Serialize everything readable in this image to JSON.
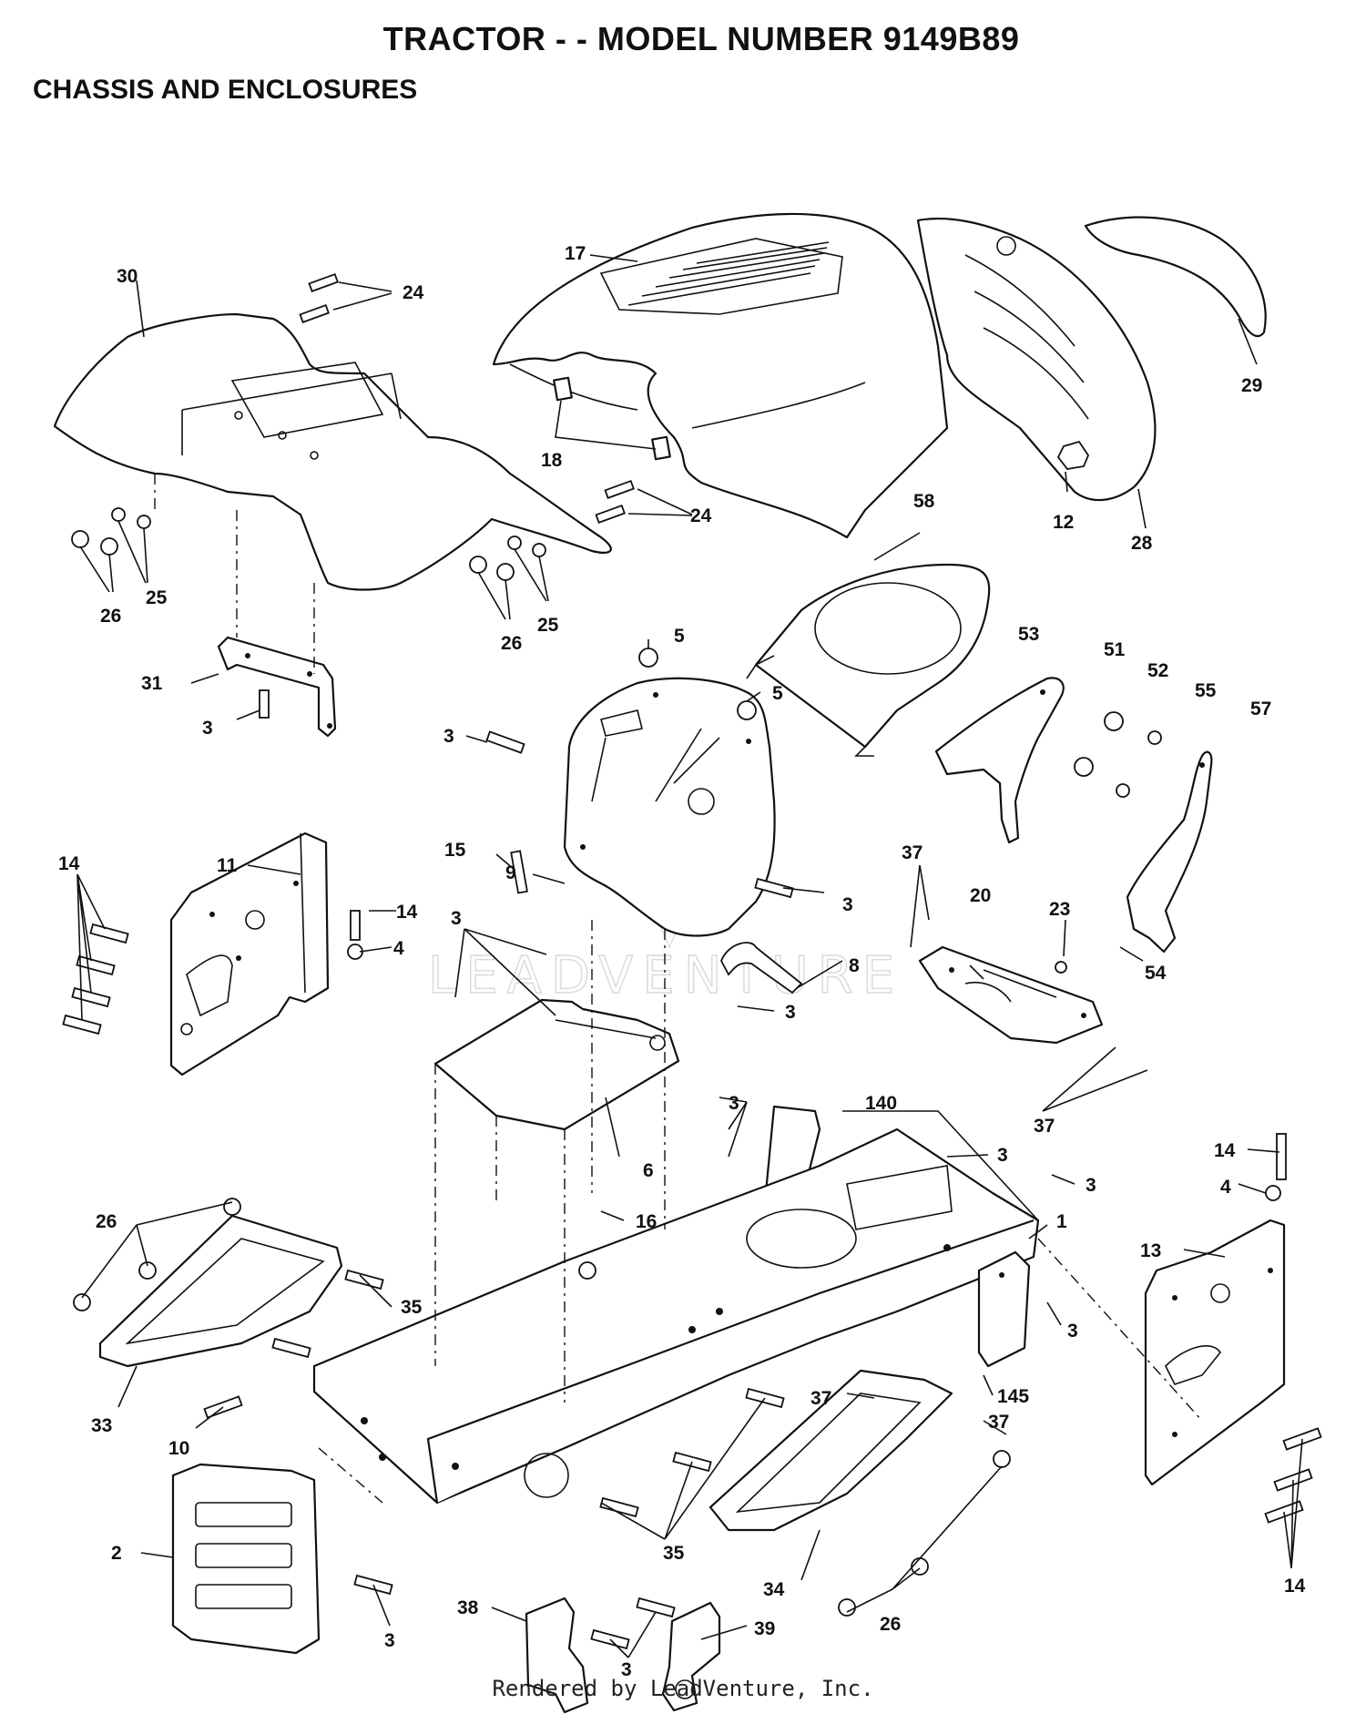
{
  "title": "TRACTOR - - MODEL NUMBER 9149B89",
  "subtitle": "CHASSIS AND ENCLOSURES",
  "watermark": "LEADVENTURE",
  "footer": "Rendered by LeadVenture, Inc.",
  "callouts": [
    {
      "id": "c17",
      "label": "17"
    },
    {
      "id": "c30",
      "label": "30"
    },
    {
      "id": "c24a",
      "label": "24"
    },
    {
      "id": "c24b",
      "label": "24"
    },
    {
      "id": "c29",
      "label": "29"
    },
    {
      "id": "c18",
      "label": "18"
    },
    {
      "id": "c12",
      "label": "12"
    },
    {
      "id": "c28",
      "label": "28"
    },
    {
      "id": "c58",
      "label": "58"
    },
    {
      "id": "c26a",
      "label": "26"
    },
    {
      "id": "c25a",
      "label": "25"
    },
    {
      "id": "c26b",
      "label": "26"
    },
    {
      "id": "c25b",
      "label": "25"
    },
    {
      "id": "c5a",
      "label": "5"
    },
    {
      "id": "c5b",
      "label": "5"
    },
    {
      "id": "c53",
      "label": "53"
    },
    {
      "id": "c51",
      "label": "51"
    },
    {
      "id": "c52",
      "label": "52"
    },
    {
      "id": "c55",
      "label": "55"
    },
    {
      "id": "c57",
      "label": "57"
    },
    {
      "id": "c31",
      "label": "31"
    },
    {
      "id": "c3a",
      "label": "3"
    },
    {
      "id": "c3b",
      "label": "3"
    },
    {
      "id": "c9",
      "label": "9"
    },
    {
      "id": "c11",
      "label": "11"
    },
    {
      "id": "c14a",
      "label": "14"
    },
    {
      "id": "c15",
      "label": "15"
    },
    {
      "id": "c14b",
      "label": "14"
    },
    {
      "id": "c4a",
      "label": "4"
    },
    {
      "id": "c3c",
      "label": "3"
    },
    {
      "id": "c3d",
      "label": "3"
    },
    {
      "id": "c37a",
      "label": "37"
    },
    {
      "id": "c20",
      "label": "20"
    },
    {
      "id": "c23",
      "label": "23"
    },
    {
      "id": "c8",
      "label": "8"
    },
    {
      "id": "c54",
      "label": "54"
    },
    {
      "id": "c3e",
      "label": "3"
    },
    {
      "id": "c37b",
      "label": "37"
    },
    {
      "id": "c6",
      "label": "6"
    },
    {
      "id": "c3f",
      "label": "3"
    },
    {
      "id": "c140",
      "label": "140"
    },
    {
      "id": "c3g",
      "label": "3"
    },
    {
      "id": "c3h",
      "label": "3"
    },
    {
      "id": "c14c",
      "label": "14"
    },
    {
      "id": "c4b",
      "label": "4"
    },
    {
      "id": "c16",
      "label": "16"
    },
    {
      "id": "c1",
      "label": "1"
    },
    {
      "id": "c26c",
      "label": "26"
    },
    {
      "id": "c13",
      "label": "13"
    },
    {
      "id": "c35a",
      "label": "35"
    },
    {
      "id": "c3i",
      "label": "3"
    },
    {
      "id": "c33",
      "label": "33"
    },
    {
      "id": "c10",
      "label": "10"
    },
    {
      "id": "c37c",
      "label": "37"
    },
    {
      "id": "c145",
      "label": "145"
    },
    {
      "id": "c37d",
      "label": "37"
    },
    {
      "id": "c2",
      "label": "2"
    },
    {
      "id": "c35b",
      "label": "35"
    },
    {
      "id": "c34",
      "label": "34"
    },
    {
      "id": "c14d",
      "label": "14"
    },
    {
      "id": "c38",
      "label": "38"
    },
    {
      "id": "c39",
      "label": "39"
    },
    {
      "id": "c26d",
      "label": "26"
    },
    {
      "id": "c3j",
      "label": "3"
    },
    {
      "id": "c3k",
      "label": "3"
    }
  ]
}
